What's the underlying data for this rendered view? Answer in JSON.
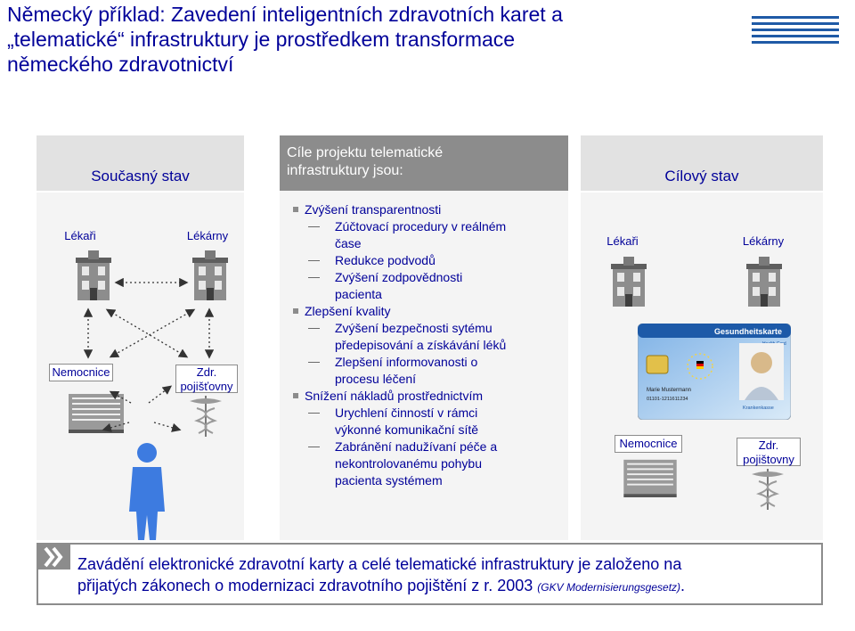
{
  "title": {
    "line1": "Německý příklad: Zavedení inteligentních zdravotních karet a",
    "line2": "„telematické“ infrastruktury je prostředkem transformace",
    "line3": "německého zdravotnictví"
  },
  "logo": {
    "text": "IBM",
    "color": "#1f5aa6"
  },
  "left_panel": {
    "title": "Současný stav",
    "lekari": "Lékaři",
    "lekarny": "Lékárny",
    "nemocnice": "Nemocnice",
    "zdr_line1": "Zdr.",
    "zdr_line2": "pojišťovny"
  },
  "middle_panel": {
    "title_line1": "Cíle projektu telematické",
    "title_line2": "infrastruktury jsou:",
    "b1": "Zvýšení transparentnosti",
    "b1_1_line1": "Zúčtovací procedury v reálném",
    "b1_1_line2": "čase",
    "b1_2": "Redukce podvodů",
    "b1_3_line1": "Zvýšení zodpovědnosti",
    "b1_3_line2": "pacienta",
    "b2": "Zlepšení kvality",
    "b2_1_line1": "Zvýšení bezpečnosti sytému",
    "b2_1_line2": "předepisování a získávání léků",
    "b2_2_line1": "Zlepšení informovanosti o",
    "b2_2_line2": "procesu léčení",
    "b3": "Snížení nákladů prostřednictvím",
    "b3_1_line1": "Urychlení činností v rámci",
    "b3_1_line2": "výkonné komunikační sítě",
    "b3_2_line1": "Zabránění nadužívaní péče a",
    "b3_2_line2": "nekontrolovanému pohybu",
    "b3_2_line3": "pacienta systémem"
  },
  "right_panel": {
    "title": "Cílový stav",
    "lekari": "Lékaři",
    "lekarny": "Lékárny",
    "nemocnice": "Nemocnice",
    "zdr_line1": "Zdr.",
    "zdr_line2": "pojištovny",
    "card": {
      "header": "Gesundheitskarte",
      "sub": "Health Card",
      "name": "Marie Mustermann",
      "number": "01101-1211611234",
      "kk": "Krankenkasse"
    }
  },
  "bottom": {
    "line1": "Zavádění elektronické zdravotní karty a celé telematické infrastruktury je založeno na",
    "line2": "přijatých zákonech o modernizaci zdravotního pojištění z r. 2003 ",
    "italic": "(GKV Modernisierungsgesetz)",
    "tail": "."
  },
  "colors": {
    "accent": "#000099",
    "header_dark": "#8c8c8c",
    "header_light": "#e2e2e2",
    "panel": "#f4f4f4",
    "person": "#3d7be0"
  }
}
